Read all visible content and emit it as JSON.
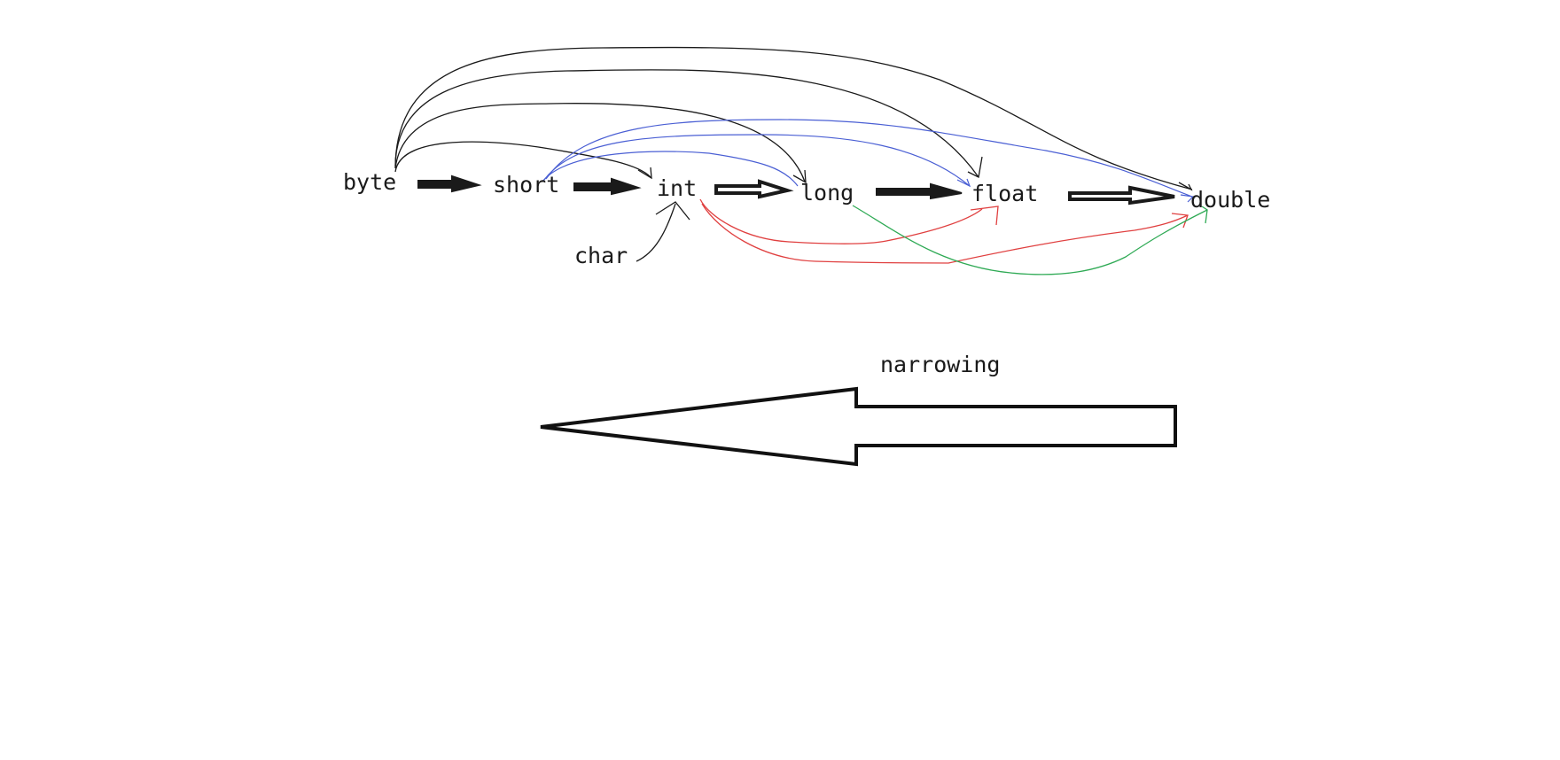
{
  "diagram": {
    "types": [
      {
        "id": "byte",
        "label": "byte"
      },
      {
        "id": "short",
        "label": "short"
      },
      {
        "id": "int",
        "label": "int"
      },
      {
        "id": "long",
        "label": "long"
      },
      {
        "id": "float",
        "label": "float"
      },
      {
        "id": "double",
        "label": "double"
      },
      {
        "id": "char",
        "label": "char"
      }
    ],
    "narrowing_label": "narrowing",
    "colors": {
      "ink": "#1a1a1a",
      "blue": "#4a5fd4",
      "red": "#e04040",
      "green": "#2faa55"
    },
    "edges": [
      {
        "from": "byte",
        "to": "short",
        "style": "thick-arrow"
      },
      {
        "from": "short",
        "to": "int",
        "style": "thick-arrow"
      },
      {
        "from": "int",
        "to": "long",
        "style": "thick-arrow"
      },
      {
        "from": "long",
        "to": "float",
        "style": "thick-arrow"
      },
      {
        "from": "float",
        "to": "double",
        "style": "thick-arrow"
      },
      {
        "from": "byte",
        "to": "int",
        "color": "ink"
      },
      {
        "from": "byte",
        "to": "long",
        "color": "ink"
      },
      {
        "from": "byte",
        "to": "float",
        "color": "ink"
      },
      {
        "from": "byte",
        "to": "double",
        "color": "ink"
      },
      {
        "from": "short",
        "to": "long",
        "color": "blue"
      },
      {
        "from": "short",
        "to": "float",
        "color": "blue"
      },
      {
        "from": "short",
        "to": "double",
        "color": "blue"
      },
      {
        "from": "int",
        "to": "float",
        "color": "red"
      },
      {
        "from": "int",
        "to": "double",
        "color": "red"
      },
      {
        "from": "long",
        "to": "double",
        "color": "green"
      },
      {
        "from": "char",
        "to": "int",
        "color": "ink"
      }
    ]
  }
}
